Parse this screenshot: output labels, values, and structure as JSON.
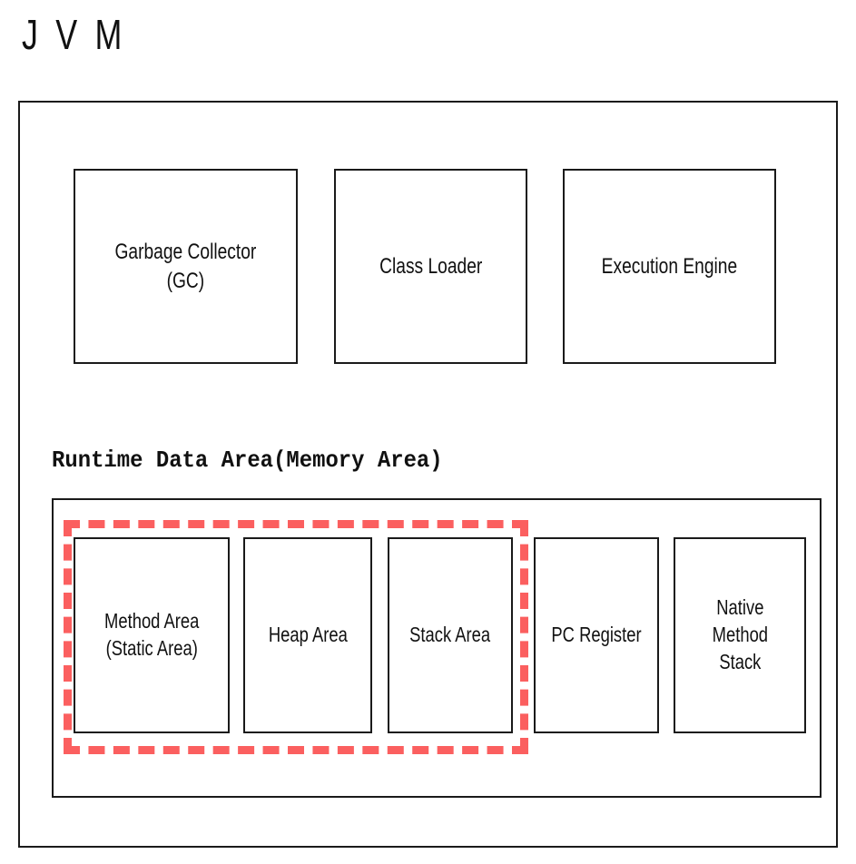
{
  "diagram": {
    "title": "J V M",
    "accent_color": "#fb5f5f",
    "line_color": "#1a1a1a",
    "background_color": "#ffffff"
  },
  "jvm": {
    "frame_name": "JVM",
    "components": [
      {
        "id": "gc",
        "label": "Garbage Collector\n(GC)"
      },
      {
        "id": "loader",
        "label": "Class Loader"
      },
      {
        "id": "engine",
        "label": "Execution Engine"
      }
    ]
  },
  "runtime_data_area": {
    "title": "Runtime Data Area(Memory Area)",
    "regions": [
      {
        "id": "method",
        "label": "Method Area\n(Static Area)",
        "highlighted": true
      },
      {
        "id": "heap",
        "label": "Heap Area",
        "highlighted": true
      },
      {
        "id": "stack",
        "label": "Stack Area",
        "highlighted": true
      },
      {
        "id": "pc",
        "label": "PC Register",
        "highlighted": false
      },
      {
        "id": "native",
        "label": "Native\nMethod\nStack",
        "highlighted": false
      }
    ],
    "highlight": {
      "style": "dashed",
      "color": "#fb5f5f",
      "covers": [
        "Method Area (Static Area)",
        "Heap Area",
        "Stack Area"
      ]
    }
  }
}
